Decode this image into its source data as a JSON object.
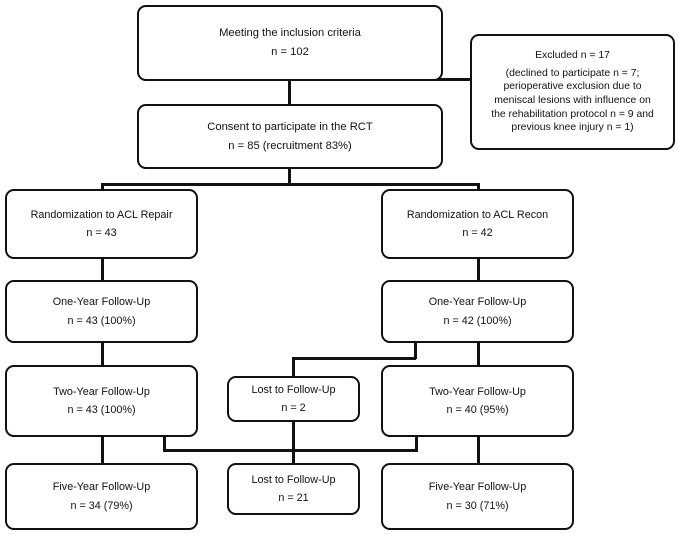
{
  "diagram": {
    "title": "CONSORT participant flow diagram",
    "line_color": "#111111",
    "box_fill": "#ffffff",
    "nodes": {
      "inclusion": {
        "label": "Meeting the inclusion criteria",
        "count": "n = 102"
      },
      "excluded": {
        "label": "Excluded n = 17",
        "detail_line1": "(declined to participate n = 7;",
        "detail_line2": "perioperative exclusion due to",
        "detail_line3": "meniscal lesions with influence on",
        "detail_line4": "the rehabilitation protocol n = 9 and",
        "detail_line5": "previous knee injury n = 1)"
      },
      "consent": {
        "label": "Consent to participate in the RCT",
        "count": "n = 85 (recruitment 83%)"
      },
      "rand_repair": {
        "label": "Randomization to ACL Repair",
        "count": "n = 43"
      },
      "rand_recon": {
        "label": "Randomization to ACL Recon",
        "count": "n = 42"
      },
      "oneyear_repair": {
        "label": "One-Year Follow-Up",
        "count": "n = 43 (100%)"
      },
      "oneyear_recon": {
        "label": "One-Year Follow-Up",
        "count": "n = 42 (100%)"
      },
      "twoyear_repair": {
        "label": "Two-Year Follow-Up",
        "count": "n = 43 (100%)"
      },
      "lost_two": {
        "label": "Lost to Follow-Up",
        "count": "n = 2"
      },
      "twoyear_recon": {
        "label": "Two-Year Follow-Up",
        "count": "n = 40 (95%)"
      },
      "fiveyear_repair": {
        "label": "Five-Year Follow-Up",
        "count": "n = 34 (79%)"
      },
      "lost_five": {
        "label": "Lost to Follow-Up",
        "count": "n = 21"
      },
      "fiveyear_recon": {
        "label": "Five-Year Follow-Up",
        "count": "n = 30 (71%)"
      }
    }
  }
}
